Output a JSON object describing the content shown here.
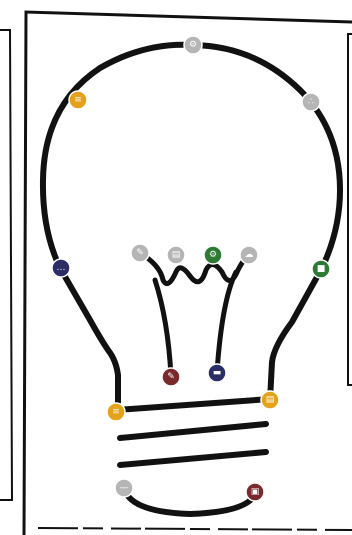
{
  "diagram": {
    "subject": "light-bulb",
    "colors": {
      "background": "#ffffff",
      "outline": "#111111",
      "gray": "#b5b5b5",
      "gold": "#e3a21a",
      "navy": "#2b2d66",
      "green": "#2e7a34",
      "maroon": "#7a2a2c"
    },
    "nodes": [
      {
        "id": "top-node",
        "color": "gray",
        "icon": "settings-icon"
      },
      {
        "id": "upper-left-node",
        "color": "gold",
        "icon": "list-icon"
      },
      {
        "id": "upper-right-node",
        "color": "gray",
        "icon": "share-icon"
      },
      {
        "id": "left-node",
        "color": "navy",
        "icon": "chat-icon"
      },
      {
        "id": "right-node",
        "color": "green",
        "icon": "folder-icon"
      },
      {
        "id": "filament-node-1",
        "color": "gray",
        "icon": "pencil-icon"
      },
      {
        "id": "filament-node-2",
        "color": "gray",
        "icon": "document-icon"
      },
      {
        "id": "filament-node-3",
        "color": "green",
        "icon": "gear-icon"
      },
      {
        "id": "filament-node-4",
        "color": "gray",
        "icon": "cloud-icon"
      },
      {
        "id": "stem-left-node",
        "color": "maroon",
        "icon": "pencil-icon"
      },
      {
        "id": "stem-right-node",
        "color": "navy",
        "icon": "tag-icon"
      },
      {
        "id": "base-left-node",
        "color": "gold",
        "icon": "list-icon"
      },
      {
        "id": "base-right-node",
        "color": "gold",
        "icon": "document-icon"
      },
      {
        "id": "bottom-left-node",
        "color": "gray",
        "icon": "link-icon"
      },
      {
        "id": "bottom-right-node",
        "color": "maroon",
        "icon": "image-icon"
      }
    ]
  }
}
